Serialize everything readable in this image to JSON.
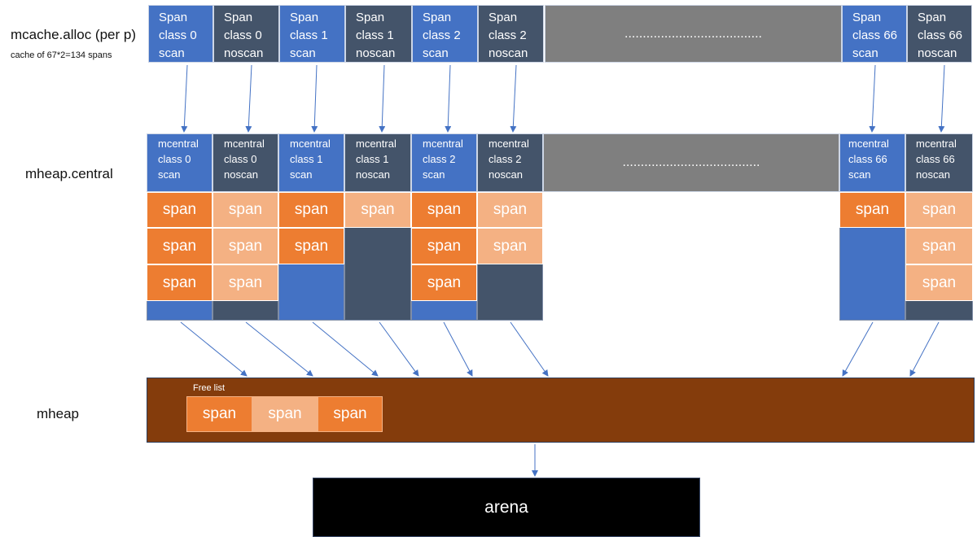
{
  "labels": {
    "mcache": "mcache.alloc (per p)",
    "mcache_sub": "cache of 67*2=134 spans",
    "central": "mheap.central",
    "mheap": "mheap",
    "free_list": "Free list",
    "arena": "arena",
    "ellipsis": "......................................"
  },
  "mcache_cells": [
    [
      "Span",
      "class 0",
      "scan"
    ],
    [
      "Span",
      "class 0",
      "noscan"
    ],
    [
      "Span",
      "class 1",
      "scan"
    ],
    [
      "Span",
      "class 1",
      "noscan"
    ],
    [
      "Span",
      "class 2",
      "scan"
    ],
    [
      "Span",
      "class 2",
      "noscan"
    ],
    [
      "Span",
      "class 66",
      "scan"
    ],
    [
      "Span",
      "class 66",
      "noscan"
    ]
  ],
  "mcentral_cells": [
    [
      "mcentral",
      "class 0",
      "scan"
    ],
    [
      "mcentral",
      "class 0",
      "noscan"
    ],
    [
      "mcentral",
      "class 1",
      "scan"
    ],
    [
      "mcentral",
      "class 1",
      "noscan"
    ],
    [
      "mcentral",
      "class 2",
      "scan"
    ],
    [
      "mcentral",
      "class 2",
      "noscan"
    ],
    [
      "mcentral",
      "class 66",
      "scan"
    ],
    [
      "mcentral",
      "class 66",
      "noscan"
    ]
  ],
  "span_label": "span",
  "colors": {
    "scan": "#4472c4",
    "noscan": "#44546a",
    "ellipsis_bg": "#7f7f7f",
    "span_dark": "#ed7d31",
    "span_light": "#f4b183",
    "mheap": "#843c0c",
    "arena": "#000000",
    "arrow": "#4472c4"
  }
}
